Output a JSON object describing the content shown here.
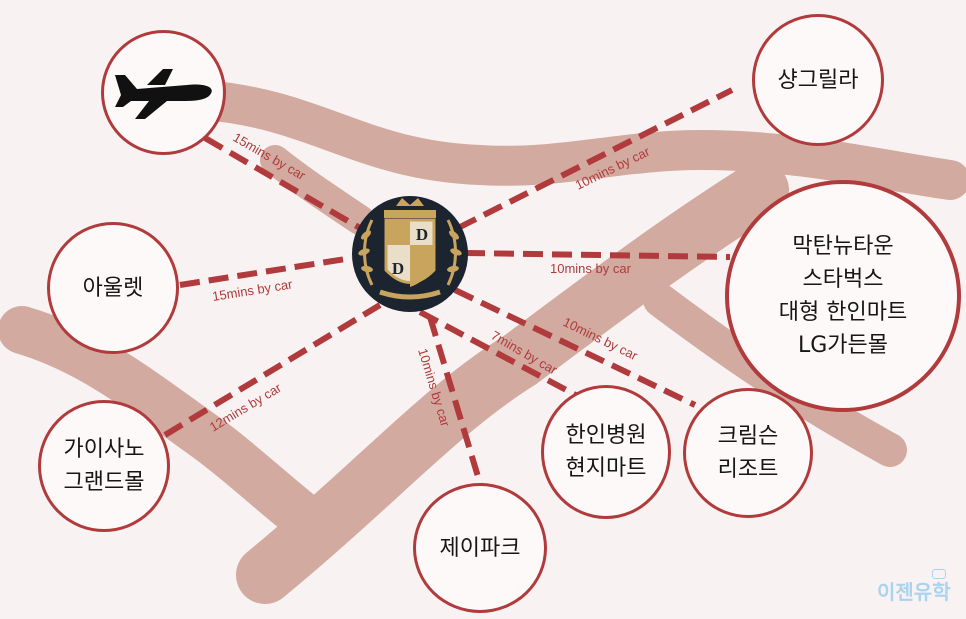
{
  "hub": {
    "letter_a": "D",
    "letter_b": "D"
  },
  "nodes": {
    "airport": {
      "icon": "airplane-icon"
    },
    "shangrila": {
      "lines": [
        "샹그릴라"
      ]
    },
    "outlet": {
      "lines": [
        "아울렛"
      ]
    },
    "mactan": {
      "lines": [
        "막탄뉴타운",
        "스타벅스",
        "대형 한인마트",
        "LG가든몰"
      ]
    },
    "casino": {
      "lines": [
        "가이사노",
        "그랜드몰"
      ]
    },
    "hospital": {
      "lines": [
        "한인병원",
        "현지마트"
      ]
    },
    "crimson": {
      "lines": [
        "크림슨",
        "리조트"
      ]
    },
    "jpark": {
      "lines": [
        "제이파크"
      ]
    }
  },
  "routes": {
    "airport": "15mins by car",
    "outlet": "15mins by car",
    "shangrila": "10mins by car",
    "mactan": "10mins by car",
    "casino": "12mins by car",
    "jpark": "10mins by car",
    "hospital": "7mins by car",
    "crimson": "10mins by car"
  },
  "watermark": {
    "text": "이젠유학"
  },
  "colors": {
    "route": "#b03a3c",
    "road": "#d2aaa0",
    "hub": "#1c2430",
    "gold": "#c9a45c",
    "background": "#f8f3f2"
  }
}
